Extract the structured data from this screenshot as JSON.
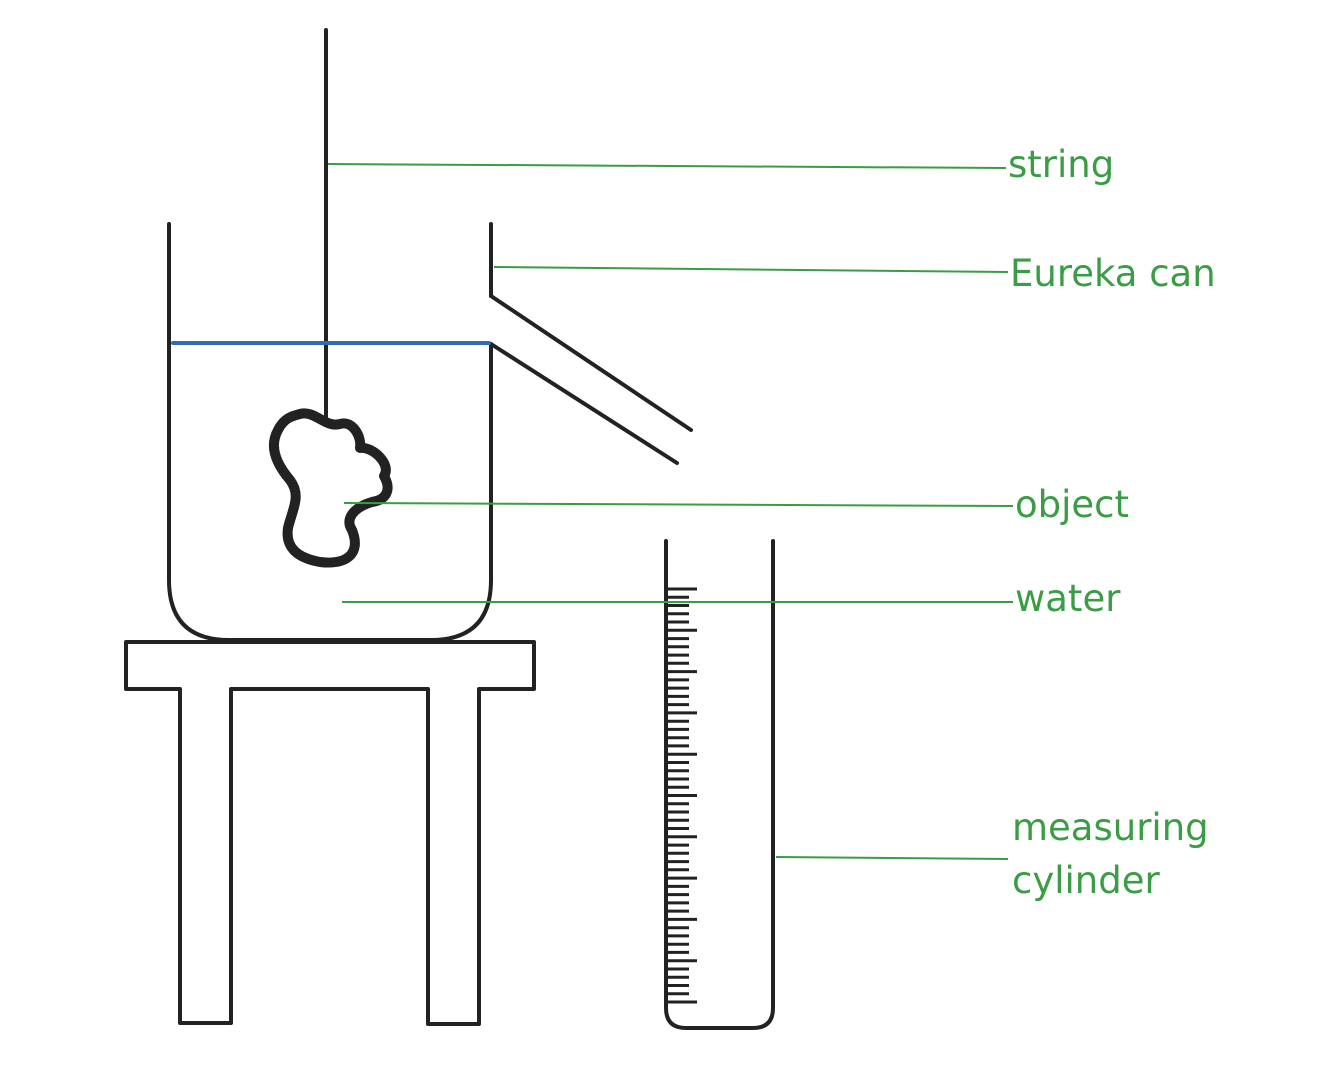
{
  "colors": {
    "label": "#3a9d45",
    "leader": "#3a9d45",
    "outline": "#222222",
    "water_surface": "#2e6db5"
  },
  "labels": {
    "string": "string",
    "eureka_can": "Eureka can",
    "object": "object",
    "water": "water",
    "measuring_line1": "measuring",
    "measuring_line2": "cylinder"
  }
}
